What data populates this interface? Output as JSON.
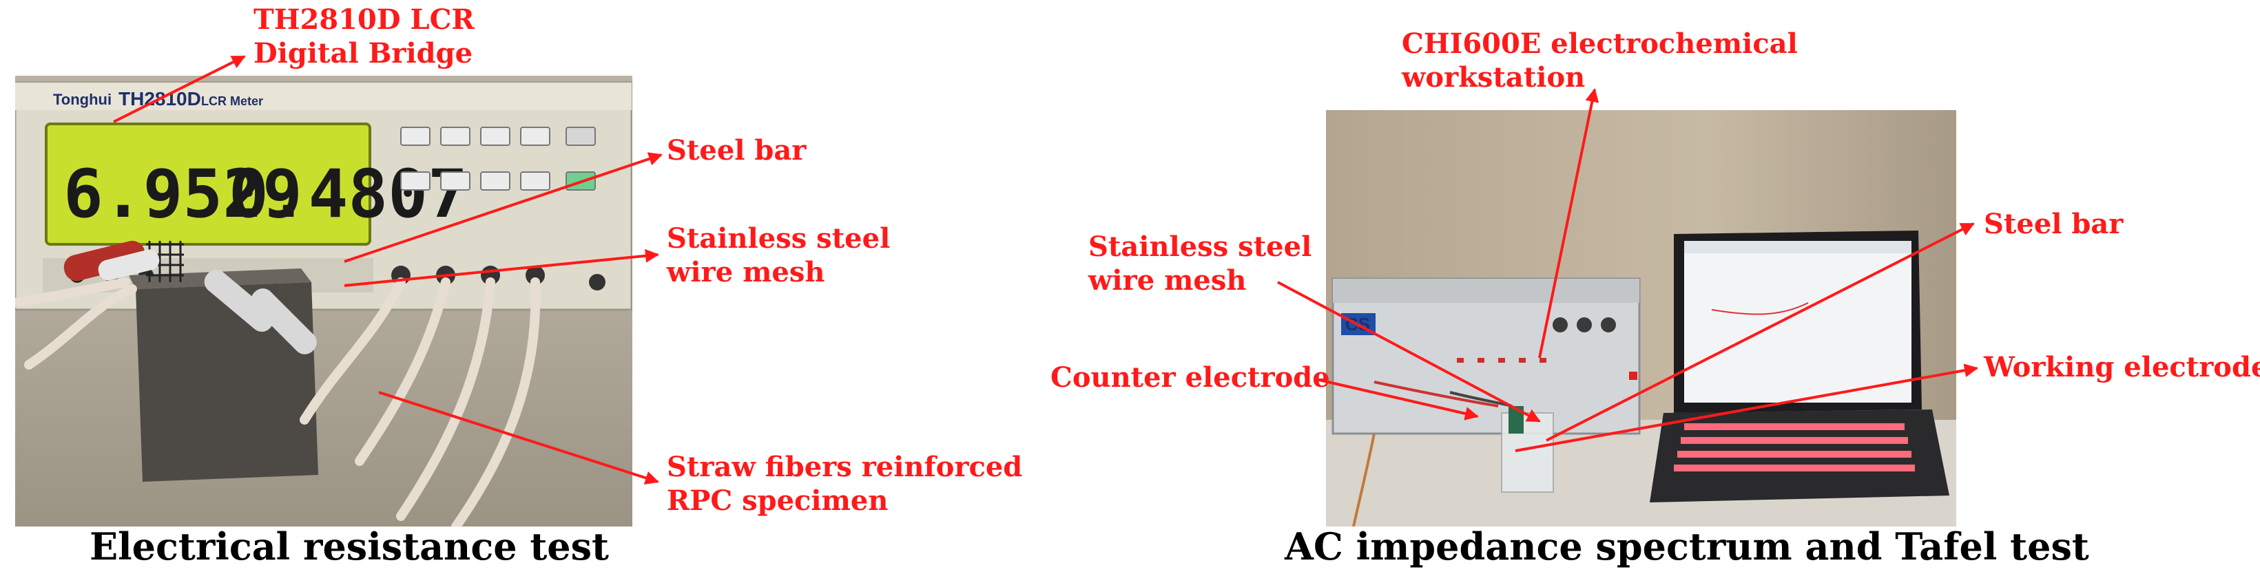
{
  "left": {
    "labels": {
      "bridge": [
        "TH2810D LCR",
        "Digital Bridge"
      ],
      "steel_bar": "Steel bar",
      "mesh": [
        "Stainless steel",
        "wire mesh"
      ],
      "specimen": [
        "Straw fibers reinforced",
        "RPC specimen"
      ]
    },
    "caption": "Electrical resistance test",
    "instrument": {
      "brand": "Tonghui",
      "model": "TH2810D",
      "type": "LCR Meter",
      "reading_main": "6.9529",
      "reading_secondary": "0.4807"
    }
  },
  "right": {
    "labels": {
      "workstation": [
        "CHI600E electrochemical",
        "workstation"
      ],
      "mesh": [
        "Stainless steel",
        "wire mesh"
      ],
      "steel_bar": "Steel bar",
      "counter": "Counter electrode",
      "working": "Working electrode"
    },
    "caption": "AC impedance spectrum and Tafel test",
    "instrument": {
      "logo": "CS"
    }
  },
  "colors": {
    "annotation": "#ff1a1a",
    "caption": "#000000"
  }
}
